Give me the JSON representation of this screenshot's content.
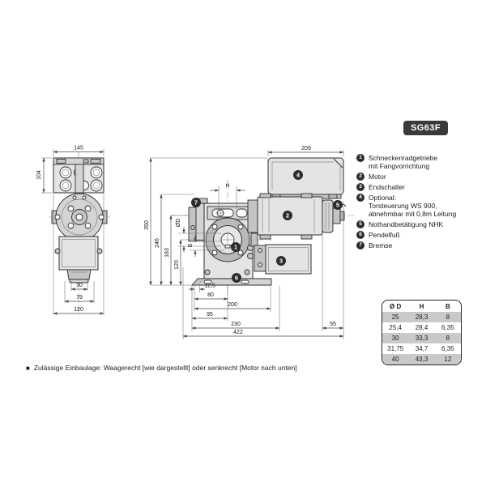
{
  "badge": {
    "label": "SG63F"
  },
  "legend": {
    "items": [
      {
        "num": "1",
        "text": "Schneckenradgetriebe\nmit Fangvorrichtung"
      },
      {
        "num": "2",
        "text": "Motor"
      },
      {
        "num": "3",
        "text": "Endschalter"
      },
      {
        "num": "4",
        "text": "Optional:\nTorsteuerung WS 900,\nabnehmbar mit 0,8m Leitung"
      },
      {
        "num": "5",
        "text": "Nothandbetätigung NHK"
      },
      {
        "num": "6",
        "text": "Pendelfuß"
      },
      {
        "num": "7",
        "text": "Bremse"
      }
    ]
  },
  "dims": {
    "left": {
      "w145": "145",
      "h104": "104",
      "d30": "30",
      "d79": "79",
      "d120": "120"
    },
    "main": {
      "d209": "209",
      "v350": "350",
      "v246": "246",
      "v183": "183",
      "v120": "120",
      "dH": "H",
      "dOD": "ØD",
      "dB": "B",
      "b12_5": "12,5",
      "b80": "80",
      "b200": "200",
      "b95": "95",
      "b230": "230",
      "b55": "55",
      "b422": "422"
    }
  },
  "table": {
    "headers": [
      "Ø D",
      "H",
      "B"
    ],
    "rows": [
      [
        "25",
        "28,3",
        "8"
      ],
      [
        "25,4",
        "28,4",
        "6,35"
      ],
      [
        "30",
        "33,3",
        "8"
      ],
      [
        "31,75",
        "34,7",
        "6,35"
      ],
      [
        "40",
        "43,3",
        "12"
      ]
    ]
  },
  "note": {
    "bullet": "■",
    "text": "Zulässige Einbaulage: Waagerecht [wie dargestellt] oder senkrecht [Motor nach unten]"
  }
}
